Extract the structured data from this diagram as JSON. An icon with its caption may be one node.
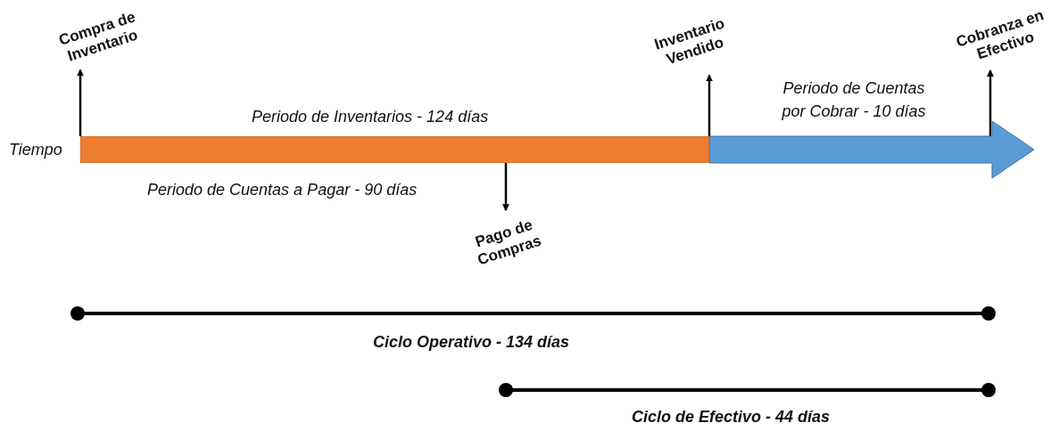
{
  "diagram": {
    "nodes": [
      {
        "text": [
          "Compra de Inventario"
        ]
      },
      {
        "text": [
          "Inventario Vendido"
        ]
      },
      {
        "text": [
          "Cobranza en Efectivo"
        ]
      },
      {
        "text": [],
        "shape": "bar"
      },
      {
        "text": [],
        "shape": "arrow"
      },
      {
        "text": [
          "Pago de Compras"
        ]
      }
    ],
    "edges": [
      {
        "from": 3,
        "to": 0,
        "arrow": "to"
      },
      {
        "from": 3,
        "to": 1,
        "arrow": "to"
      },
      {
        "from": 4,
        "to": 2,
        "arrow": "to"
      },
      {
        "from": 3,
        "to": 5,
        "arrow": "to"
      }
    ],
    "labels": [
      "Periodo de Cuentas por Cobrar - 10 días",
      "Periodo de Inventarios - 124 días",
      "Tiempo",
      "Periodo de Cuentas a Pagar - 90 días",
      "Ciclo Operativo - 134 días",
      "Ciclo de Efectivo - 44 días"
    ]
  }
}
